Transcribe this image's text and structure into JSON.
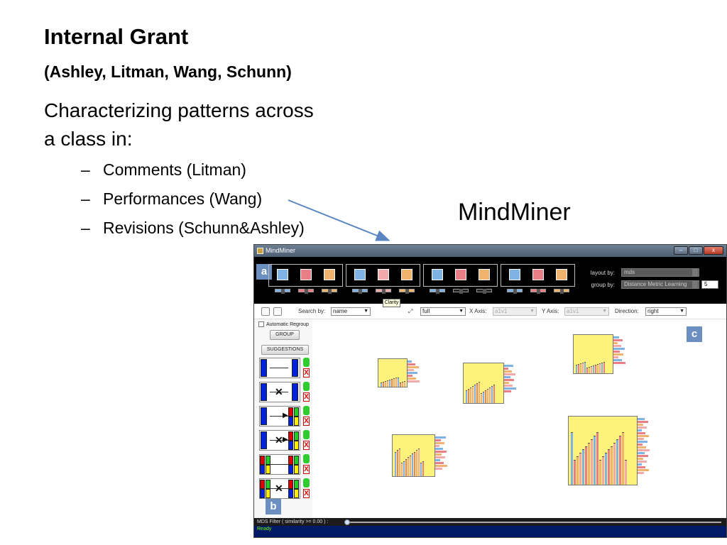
{
  "slide": {
    "title": "Internal Grant",
    "subtitle": "(Ashley, Litman, Wang, Schunn)",
    "body_line1": "Characterizing patterns across",
    "body_line2": "a class in:",
    "bullets": [
      {
        "dash": "–",
        "text": "Comments (Litman)"
      },
      {
        "dash": "–",
        "text": "Performances (Wang)"
      },
      {
        "dash": "–",
        "text": "Revisions (Schunn&Ashley)"
      }
    ],
    "app_label": "MindMiner"
  },
  "app": {
    "window_title": "MindMiner",
    "window_buttons": {
      "minimize": "–",
      "maximize": "□",
      "close": "x"
    },
    "panel_a_letter": "a",
    "panel_b_letter": "b",
    "panel_c_letter": "c",
    "tooltip": "Clarity",
    "layout_by_label": "layout by:",
    "layout_by_value": "mds",
    "group_by_label": "group by:",
    "group_by_value": "Distance Metric Learning",
    "group_count": "5",
    "search_by_label": "Search by:",
    "search_by_value": "name",
    "full_value": "full",
    "x_axis_label": "X Axis:",
    "x_axis_value": "a1v1",
    "y_axis_label": "Y Axis:",
    "y_axis_value": "a1v1",
    "direction_label": "Direction:",
    "direction_value": "right",
    "auto_regroup_label": "Automatic Regroup",
    "group_button": "GROUP",
    "suggestions_button": "SUGGESTIONS",
    "reject_label": "X",
    "mds_filter_label": "MDS Filter ( similarity >= 0.00 ) :",
    "status_text": "Ready"
  },
  "colors": {
    "attr_blue": "#7fb2e5",
    "attr_red": "#e87f86",
    "attr_orange": "#f0b36e",
    "attr_pink": "#f1a9a9",
    "cluster_fill": "#fdf37c",
    "panel_label": "#6b8fc0",
    "accept_green": "#2ecc2e",
    "reject_red": "#d00000"
  }
}
